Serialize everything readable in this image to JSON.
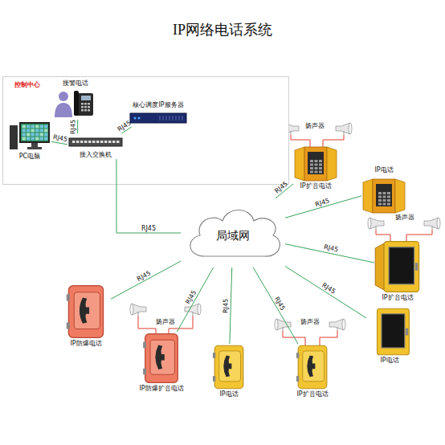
{
  "diagram": {
    "title": "IP网络电话系统",
    "nodes": [
      {
        "text": [
          "控制中心"
        ]
      },
      {
        "text": [
          "接警电话"
        ],
        "in": 0
      },
      {
        "text": [
          "核心调度IP服务器"
        ],
        "in": 0
      },
      {
        "text": [
          "PC电脑"
        ],
        "in": 0
      },
      {
        "text": [
          "接入交换机"
        ],
        "in": 0
      },
      {
        "text": [
          "局域网"
        ]
      },
      {
        "text": [
          "IP扩音电话"
        ]
      },
      {
        "text": [
          "IP电话"
        ]
      },
      {
        "text": [
          "IP扩音电话"
        ]
      },
      {
        "text": [
          "IP防爆电话"
        ]
      },
      {
        "text": [
          "IP电话"
        ]
      },
      {
        "text": [
          "IP防爆扩音电话"
        ]
      },
      {
        "text": [
          "IP电话"
        ]
      },
      {
        "text": [
          "IP扩音电话"
        ]
      }
    ],
    "edges": [
      {
        "from": 1,
        "to": 4,
        "arrow": "none",
        "label": "RJ45"
      },
      {
        "from": 2,
        "to": 4,
        "arrow": "none",
        "label": "RJ45"
      },
      {
        "from": 3,
        "to": 4,
        "arrow": "none",
        "label": "RJ45"
      },
      {
        "from": 4,
        "to": 5,
        "arrow": "none",
        "label": "RJ45"
      },
      {
        "from": 5,
        "to": 6,
        "arrow": "none",
        "label": "RJ45"
      },
      {
        "from": 5,
        "to": 7,
        "arrow": "none",
        "label": "RJ45"
      },
      {
        "from": 5,
        "to": 8,
        "arrow": "none",
        "label": "RJ45"
      },
      {
        "from": 5,
        "to": 9,
        "arrow": "none",
        "label": "RJ45"
      },
      {
        "from": 5,
        "to": 10,
        "arrow": "none",
        "label": "RJ45"
      },
      {
        "from": 5,
        "to": 11,
        "arrow": "none",
        "label": "RJ45"
      },
      {
        "from": 5,
        "to": 12,
        "arrow": "none",
        "label": "RJ45"
      },
      {
        "from": 5,
        "to": 13,
        "arrow": "none",
        "label": "RJ45"
      }
    ],
    "labels": [
      "扬声器",
      "扬声器",
      "扬声器",
      "扬声器"
    ]
  }
}
